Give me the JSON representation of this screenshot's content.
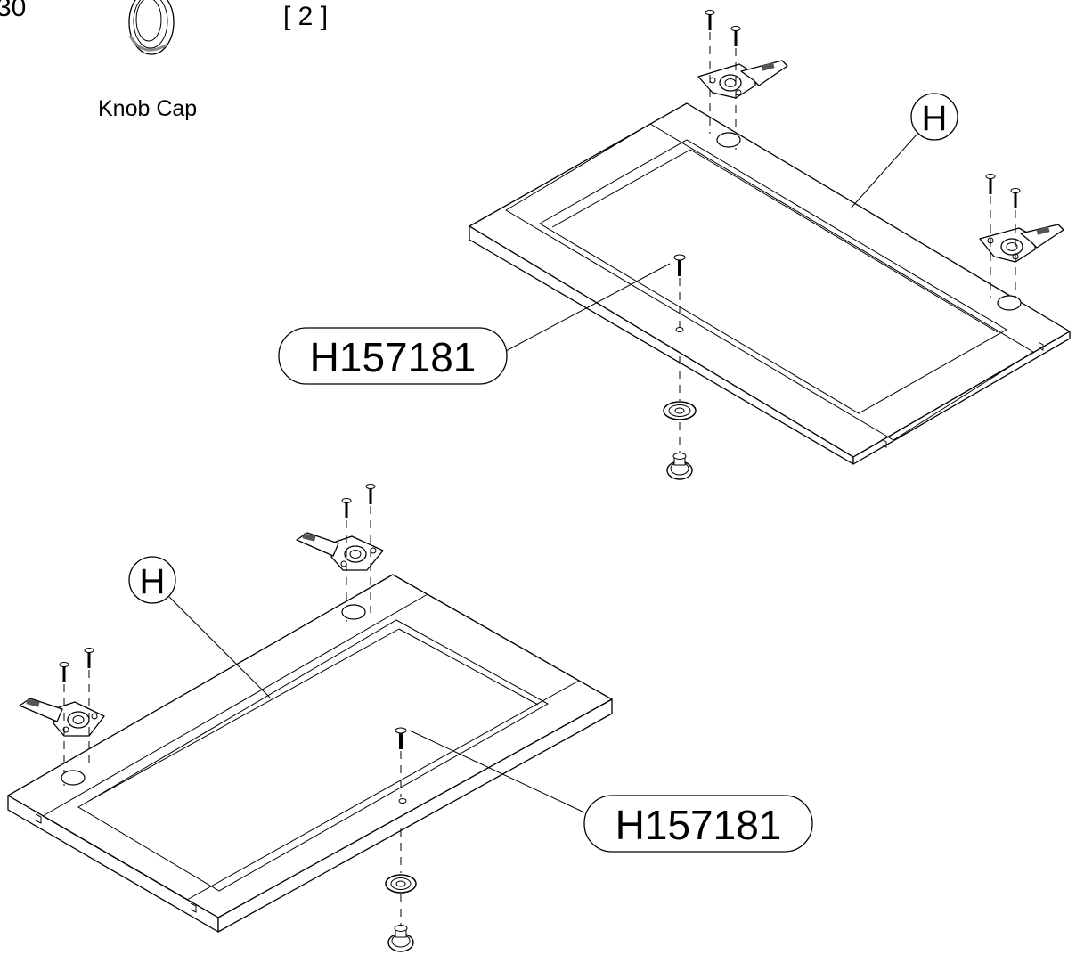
{
  "header": {
    "part_number_fragment": "30",
    "quantity": "[ 2 ]",
    "knob_cap_label": "Knob Cap"
  },
  "callouts": {
    "upper_panel_letter": "H",
    "upper_screw_code": "H157181",
    "lower_panel_letter": "H",
    "lower_screw_code": "H157181"
  }
}
